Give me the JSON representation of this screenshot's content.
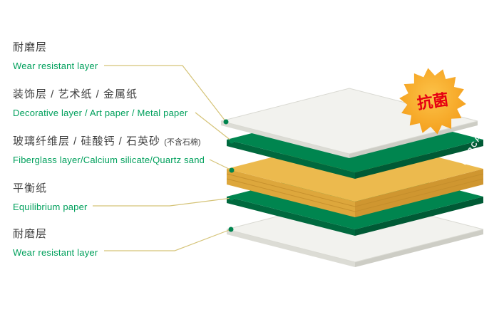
{
  "diagram": {
    "labels": [
      {
        "zh": "耐磨层",
        "en": "Wear resistant layer"
      },
      {
        "zh": "装饰层 / 艺术纸 / 金属纸",
        "en": "Decorative layer / Art paper / Metal paper"
      },
      {
        "zh": "玻璃纤维层 / 硅酸钙 / 石英砂",
        "zh_note": "(不含石棉)",
        "en": "Fiberglass layer/Calcium silicate/Quartz sand"
      },
      {
        "zh": "平衡纸",
        "en": "Equilibrium paper"
      },
      {
        "zh": "耐磨层",
        "en": "Wear resistant layer"
      }
    ],
    "badge": {
      "text": "抗菌"
    },
    "brand": {
      "text": "FORCA"
    }
  },
  "colors": {
    "label_zh": "#3f3f3f",
    "label_en": "#00a05c",
    "line": "#d5c377",
    "dot": "#00854f",
    "sheet_top": "#f2f2ee",
    "sheet_side": "#dcdcd5",
    "sheet_side_dark": "#cdcdc5",
    "sheet_stroke": "#d9d9d2",
    "green_top": "#00854f",
    "green_side_l": "#00693e",
    "green_side_r": "#005a35",
    "yellow_top": "#ecba4e",
    "yellow_side_l": "#dda73c",
    "yellow_side_r": "#cf9630",
    "yellow_stripe": "#c28c2b",
    "badge_light": "#fcc349",
    "badge_dark": "#f49d1a",
    "badge_text": "#e60012",
    "brand_text": "#ffffff"
  }
}
